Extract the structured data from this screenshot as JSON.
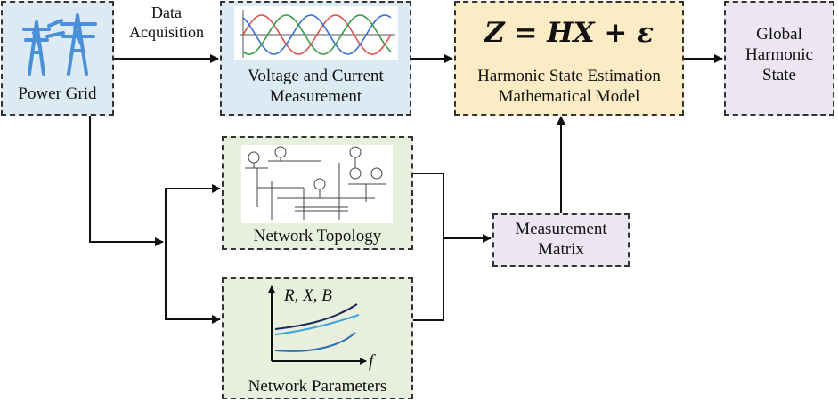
{
  "nodes": {
    "power_grid": {
      "label": "Power Grid",
      "icon": "power-tower-icon"
    },
    "voltage_current": {
      "line1": "Voltage and Current",
      "line2": "Measurement",
      "icon": "three-phase-waveform-icon"
    },
    "network_topology": {
      "label": "Network Topology",
      "icon": "bus-network-diagram-icon"
    },
    "network_parameters": {
      "label": "Network Parameters",
      "plot_label": "R, X, B",
      "axis_label": "f"
    },
    "model": {
      "equation": "Z = HX + ε",
      "line1": "Harmonic State Estimation",
      "line2": "Mathematical Model"
    },
    "measurement_matrix": {
      "line1": "Measurement",
      "line2": "Matrix"
    },
    "global_state": {
      "line1": "Global",
      "line2": "Harmonic",
      "line3": "State"
    }
  },
  "edges": {
    "data_acquisition": {
      "line1": "Data",
      "line2": "Acquisition"
    }
  },
  "colors": {
    "blue_fill": "#dcebf3",
    "green_fill": "#e8efdc",
    "yellow_fill": "#fbecc6",
    "lilac_fill": "#ebe6f1",
    "icon_blue": "#4a90d9",
    "wave_red": "#d9534f",
    "wave_blue": "#3a6fd8",
    "wave_green": "#3a9a4a"
  }
}
